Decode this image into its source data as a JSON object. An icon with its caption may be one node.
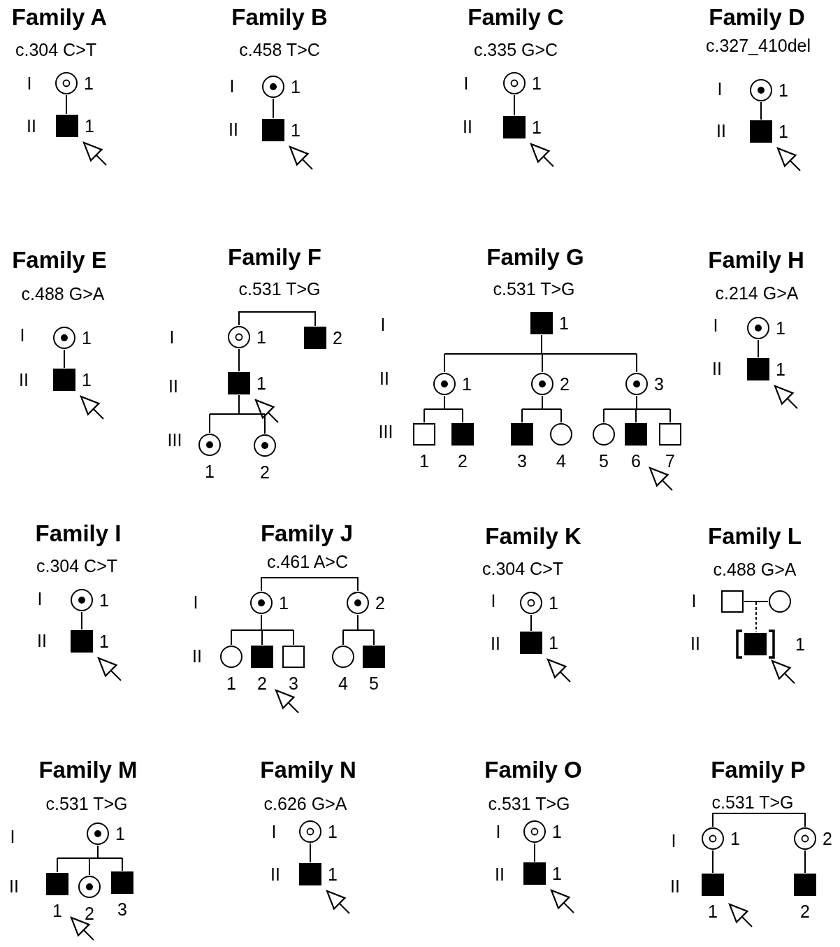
{
  "diagram": {
    "nodes": [
      {
        "text": [],
        "shape": "circle",
        "beside": [
          "1"
        ]
      },
      {
        "text": [],
        "shape": "box",
        "beside": [
          "1"
        ]
      },
      {
        "text": [],
        "shape": "circle",
        "beside": [
          "1"
        ]
      },
      {
        "text": [],
        "shape": "box",
        "beside": [
          "1"
        ]
      },
      {
        "text": [],
        "shape": "circle",
        "beside": [
          "1"
        ]
      },
      {
        "text": [],
        "shape": "box",
        "beside": [
          "1"
        ]
      },
      {
        "text": [],
        "shape": "circle",
        "beside": [
          "1"
        ]
      },
      {
        "text": [],
        "shape": "box",
        "beside": [
          "1"
        ]
      },
      {
        "text": [],
        "shape": "circle",
        "beside": [
          "1"
        ]
      },
      {
        "text": [],
        "shape": "box",
        "beside": [
          "1"
        ]
      },
      {
        "text": [],
        "shape": "circle",
        "beside": [
          "1"
        ]
      },
      {
        "text": [],
        "shape": "box",
        "beside": [
          "2"
        ]
      },
      {
        "text": [],
        "shape": "box",
        "beside": [
          "1"
        ]
      },
      {
        "text": [],
        "shape": "circle",
        "beside": [
          "1"
        ]
      },
      {
        "text": [],
        "shape": "circle",
        "beside": [
          "2"
        ]
      },
      {
        "text": [],
        "shape": "box",
        "beside": [
          "1"
        ]
      },
      {
        "text": [],
        "shape": "circle",
        "beside": [
          "1"
        ]
      },
      {
        "text": [],
        "shape": "circle",
        "beside": [
          "2"
        ]
      },
      {
        "text": [],
        "shape": "circle",
        "beside": [
          "3"
        ]
      },
      {
        "text": [],
        "shape": "box",
        "beside": [
          "1"
        ]
      },
      {
        "text": [],
        "shape": "box",
        "beside": [
          "2"
        ]
      },
      {
        "text": [],
        "shape": "box",
        "beside": [
          "3"
        ]
      },
      {
        "text": [],
        "shape": "circle",
        "beside": [
          "4"
        ]
      },
      {
        "text": [],
        "shape": "circle",
        "beside": [
          "5"
        ]
      },
      {
        "text": [],
        "shape": "box",
        "beside": [
          "6"
        ]
      },
      {
        "text": [],
        "shape": "box",
        "beside": [
          "7"
        ]
      },
      {
        "text": [],
        "shape": "circle",
        "beside": [
          "1"
        ]
      },
      {
        "text": [],
        "shape": "box",
        "beside": [
          "1"
        ]
      },
      {
        "text": [],
        "shape": "circle",
        "beside": [
          "1"
        ]
      },
      {
        "text": [],
        "shape": "box",
        "beside": [
          "1"
        ]
      },
      {
        "text": [],
        "shape": "circle",
        "beside": [
          "1"
        ]
      },
      {
        "text": [],
        "shape": "circle",
        "beside": [
          "2"
        ]
      },
      {
        "text": [],
        "shape": "circle",
        "beside": [
          "1"
        ]
      },
      {
        "text": [],
        "shape": "box",
        "beside": [
          "2"
        ]
      },
      {
        "text": [],
        "shape": "box",
        "beside": [
          "3"
        ]
      },
      {
        "text": [],
        "shape": "circle",
        "beside": [
          "4"
        ]
      },
      {
        "text": [],
        "shape": "box",
        "beside": [
          "5"
        ]
      },
      {
        "text": [],
        "shape": "circle",
        "beside": [
          "1"
        ]
      },
      {
        "text": [],
        "shape": "box",
        "beside": [
          "1"
        ]
      },
      {
        "text": [],
        "shape": "box"
      },
      {
        "text": [],
        "shape": "circle"
      },
      {
        "text": [],
        "shape": "box",
        "beside": [
          "1"
        ]
      },
      {
        "text": [],
        "shape": "circle",
        "beside": [
          "1"
        ]
      },
      {
        "text": [],
        "shape": "box",
        "beside": [
          "1"
        ]
      },
      {
        "text": [],
        "shape": "circle",
        "beside": [
          "2"
        ]
      },
      {
        "text": [],
        "shape": "box",
        "beside": [
          "3"
        ]
      },
      {
        "text": [],
        "shape": "circle",
        "beside": [
          "1"
        ]
      },
      {
        "text": [],
        "shape": "box",
        "beside": [
          "1"
        ]
      },
      {
        "text": [],
        "shape": "circle",
        "beside": [
          "1"
        ]
      },
      {
        "text": [],
        "shape": "box",
        "beside": [
          "1"
        ]
      },
      {
        "text": [],
        "shape": "circle",
        "beside": [
          "1"
        ]
      },
      {
        "text": [],
        "shape": "circle",
        "beside": [
          "2"
        ]
      },
      {
        "text": [],
        "shape": "box",
        "beside": [
          "1"
        ]
      },
      {
        "text": [],
        "shape": "box",
        "beside": [
          "2"
        ]
      }
    ],
    "edges": [
      {
        "from": 0,
        "to": 1,
        "arrow": "none"
      },
      {
        "from": null,
        "to": 1,
        "arrow": "to"
      },
      {
        "from": 2,
        "to": 3,
        "arrow": "none"
      },
      {
        "from": null,
        "to": 3,
        "arrow": "to"
      },
      {
        "from": 4,
        "to": 5,
        "arrow": "none"
      },
      {
        "from": null,
        "to": 5,
        "arrow": "to"
      },
      {
        "from": 6,
        "to": 7,
        "arrow": "none"
      },
      {
        "from": null,
        "to": 7,
        "arrow": "to"
      },
      {
        "from": 8,
        "to": 9,
        "arrow": "none"
      },
      {
        "from": null,
        "to": 9,
        "arrow": "to"
      },
      {
        "from": 10,
        "to": 11,
        "arrow": "none"
      },
      {
        "from": 10,
        "to": 12,
        "arrow": "none"
      },
      {
        "from": 12,
        "to": 13,
        "arrow": "none"
      },
      {
        "from": 12,
        "to": 14,
        "arrow": "none"
      },
      {
        "from": null,
        "to": 12,
        "arrow": "to"
      },
      {
        "from": 15,
        "to": 16,
        "arrow": "none"
      },
      {
        "from": 15,
        "to": 17,
        "arrow": "none"
      },
      {
        "from": 15,
        "to": 18,
        "arrow": "none"
      },
      {
        "from": 16,
        "to": 19,
        "arrow": "none"
      },
      {
        "from": 16,
        "to": 20,
        "arrow": "none"
      },
      {
        "from": 17,
        "to": 21,
        "arrow": "none"
      },
      {
        "from": 17,
        "to": 22,
        "arrow": "none"
      },
      {
        "from": 18,
        "to": 23,
        "arrow": "none"
      },
      {
        "from": 18,
        "to": 24,
        "arrow": "none"
      },
      {
        "from": 18,
        "to": 25,
        "arrow": "none"
      },
      {
        "from": null,
        "to": 24,
        "arrow": "to"
      },
      {
        "from": 26,
        "to": 27,
        "arrow": "none"
      },
      {
        "from": null,
        "to": 27,
        "arrow": "to"
      },
      {
        "from": 28,
        "to": 29,
        "arrow": "none"
      },
      {
        "from": null,
        "to": 29,
        "arrow": "to"
      },
      {
        "from": 30,
        "to": 31,
        "arrow": "none"
      },
      {
        "from": 30,
        "to": 32,
        "arrow": "none"
      },
      {
        "from": 30,
        "to": 33,
        "arrow": "none"
      },
      {
        "from": 30,
        "to": 34,
        "arrow": "none"
      },
      {
        "from": 31,
        "to": 35,
        "arrow": "none"
      },
      {
        "from": 31,
        "to": 36,
        "arrow": "none"
      },
      {
        "from": null,
        "to": 33,
        "arrow": "to"
      },
      {
        "from": 37,
        "to": 38,
        "arrow": "none"
      },
      {
        "from": null,
        "to": 38,
        "arrow": "to"
      },
      {
        "from": 39,
        "to": 40,
        "arrow": "none"
      },
      {
        "from": 39,
        "to": 41,
        "arrow": "none",
        "style": "dashed"
      },
      {
        "from": 40,
        "to": 41,
        "arrow": "none",
        "style": "dashed"
      },
      {
        "from": null,
        "to": 41,
        "arrow": "to"
      },
      {
        "from": 42,
        "to": 43,
        "arrow": "none"
      },
      {
        "from": 42,
        "to": 44,
        "arrow": "none"
      },
      {
        "from": 42,
        "to": 45,
        "arrow": "none"
      },
      {
        "from": null,
        "to": 43,
        "arrow": "to"
      },
      {
        "from": 46,
        "to": 47,
        "arrow": "none"
      },
      {
        "from": null,
        "to": 47,
        "arrow": "to"
      },
      {
        "from": 48,
        "to": 49,
        "arrow": "none"
      },
      {
        "from": null,
        "to": 49,
        "arrow": "to"
      },
      {
        "from": 50,
        "to": 51,
        "arrow": "none"
      },
      {
        "from": 50,
        "to": 52,
        "arrow": "none"
      },
      {
        "from": 51,
        "to": 53,
        "arrow": "none"
      },
      {
        "from": null,
        "to": 52,
        "arrow": "to"
      }
    ],
    "labels": [
      "Family A",
      "c.304 C>T",
      "I",
      "II",
      "Family B",
      "c.458 T>C",
      "I",
      "II",
      "Family C",
      "c.335 G>C",
      "I",
      "II",
      "Family D",
      "c.327_410del",
      "I",
      "II",
      "Family E",
      "c.488 G>A",
      "I",
      "II",
      "Family F",
      "c.531 T>G",
      "I",
      "II",
      "III",
      "Family G",
      "c.531 T>G",
      "I",
      "II",
      "III",
      "Family H",
      "c.214 G>A",
      "I",
      "II",
      "Family I",
      "c.304 C>T",
      "I",
      "II",
      "Family J",
      "c.461 A>C",
      "I",
      "II",
      "Family K",
      "c.304 C>T",
      "I",
      "II",
      "Family L",
      "c.488 G>A",
      "I",
      "II",
      "Family M",
      "c.531 T>G",
      "I",
      "II",
      "Family N",
      "c.626 G>A",
      "I",
      "II",
      "Family O",
      "c.531 T>G",
      "I",
      "II",
      "Family P",
      "c.531 T>G",
      "I",
      "II"
    ]
  }
}
